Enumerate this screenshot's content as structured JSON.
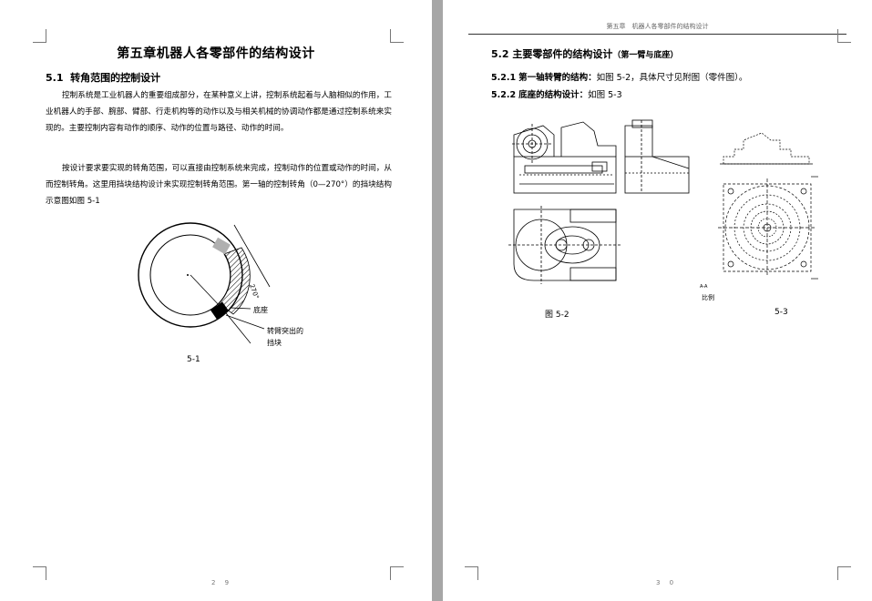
{
  "left_page": {
    "chapter_title": "第五章机器人各零部件的结构设计",
    "section": {
      "number": "5.1",
      "title": "转角范围的控制设计"
    },
    "paragraphs": [
      "控制系统是工业机器人的重要组成部分，在某种意义上讲，控制系统起着与人脑相似的作用，工业机器人的手部、腕部、臂部、行走机构等的动作以及与相关机械的协调动作都是通过控制系统来实现的。主要控制内容有动作的顺序、动作的位置与路径、动作的时间。",
      "按设计要求要实现的转角范围，可以直接由控制系统来完成，控制动作的位置或动作的时间，从而控制转角。这里用挡块结构设计来实现控制转角范围。第一轴的控制转角（0—270°）的挡块结构示意图如图 5-1"
    ],
    "figure": {
      "angle_label": "270°",
      "label_base": "底座",
      "label_stop": "转臂突出的",
      "label_stop_2": "挡块",
      "caption": "5-1"
    },
    "page_number": "2 9"
  },
  "right_page": {
    "running_header": "第五章　机器人各零部件的结构设计",
    "section": {
      "number": "5.2",
      "title": "主要零部件的结构设计",
      "suffix": "（第一臂与底座）"
    },
    "subsection_1": {
      "number": "5.2.1",
      "title": "第一轴转臂的结构：",
      "text": "如图 5-2，具体尺寸见附图（零件图）。"
    },
    "subsection_2": {
      "number": "5.2.2",
      "title": "底座的结构设计：",
      "text": "如图 5-3"
    },
    "figure_5_2_caption": "图 5-2",
    "figure_5_3_caption": "5-3",
    "figure_5_3_small_1": "A-A",
    "figure_5_3_small_2": "比例",
    "page_number": "3 0"
  }
}
